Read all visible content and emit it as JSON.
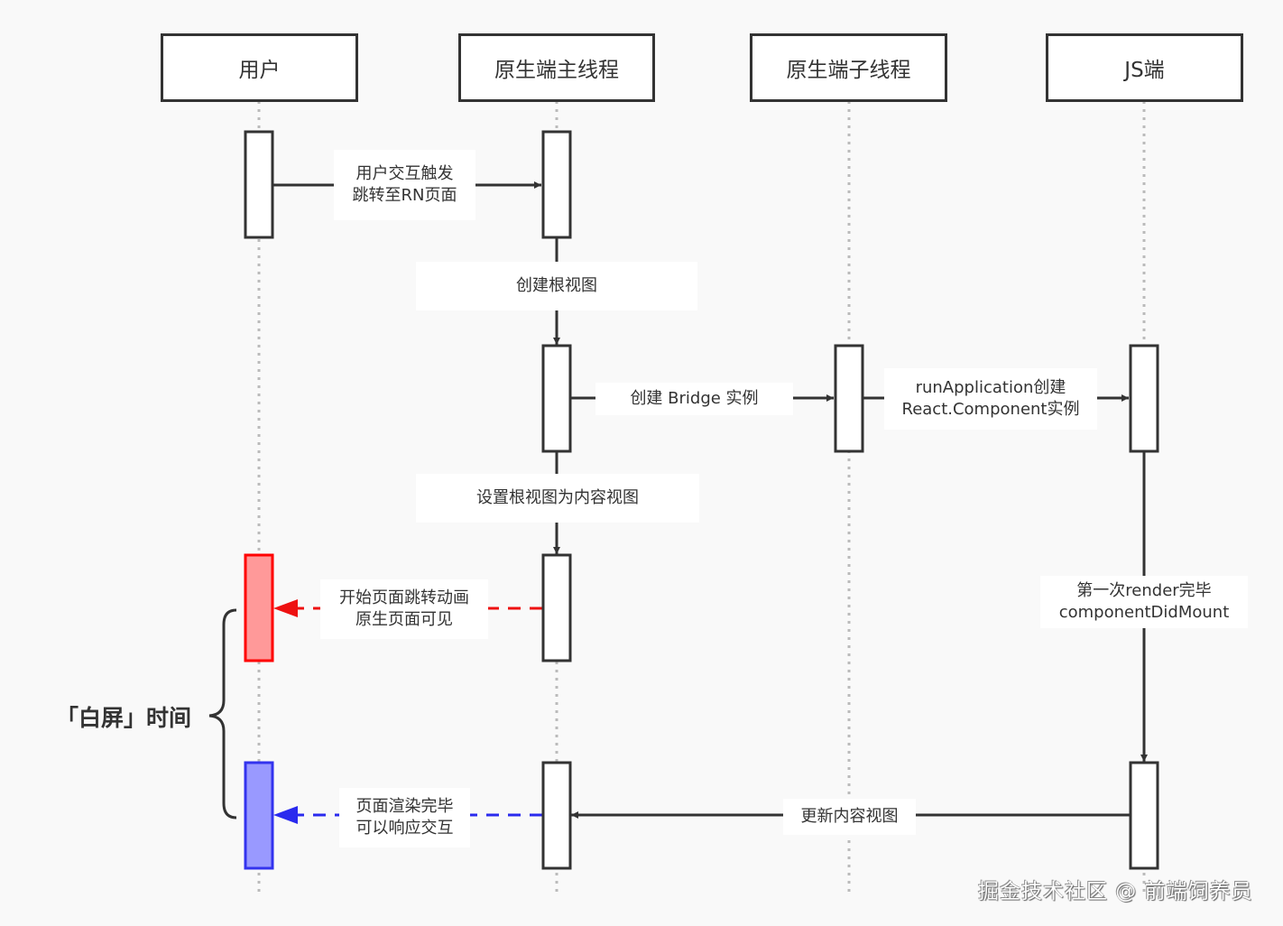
{
  "actors": [
    {
      "id": "user",
      "label": "用户"
    },
    {
      "id": "native-main",
      "label": "原生端主线程"
    },
    {
      "id": "native-sub",
      "label": "原生端子线程"
    },
    {
      "id": "js",
      "label": "JS端"
    }
  ],
  "messages": [
    {
      "id": "m1",
      "from": "user",
      "to": "native-main",
      "style": "solid",
      "lines": [
        "用户交互触发",
        "跳转至RN页面"
      ]
    },
    {
      "id": "m2",
      "from": "native-main",
      "to": "native-main",
      "style": "solid",
      "lines": [
        "创建根视图"
      ]
    },
    {
      "id": "m3",
      "from": "native-main",
      "to": "native-sub",
      "style": "solid",
      "lines": [
        "创建 Bridge 实例"
      ]
    },
    {
      "id": "m4",
      "from": "native-sub",
      "to": "js",
      "style": "solid",
      "lines": [
        "runApplication创建",
        "React.Component实例"
      ]
    },
    {
      "id": "m5",
      "from": "native-main",
      "to": "native-main",
      "style": "solid",
      "lines": [
        "设置根视图为内容视图"
      ]
    },
    {
      "id": "m6",
      "from": "native-main",
      "to": "user",
      "style": "dashed",
      "color": "#ee1111",
      "lines": [
        "开始页面跳转动画",
        "原生页面可见"
      ]
    },
    {
      "id": "m7",
      "from": "js",
      "to": "js",
      "style": "solid",
      "lines": [
        "第一次render完毕",
        "componentDidMount"
      ]
    },
    {
      "id": "m8",
      "from": "js",
      "to": "native-main",
      "style": "solid",
      "lines": [
        "更新内容视图"
      ]
    },
    {
      "id": "m9",
      "from": "native-main",
      "to": "user",
      "style": "dashed",
      "color": "#2a2aee",
      "lines": [
        "页面渲染完毕",
        "可以响应交互"
      ]
    }
  ],
  "annotation": {
    "label": "「白屏」时间"
  },
  "colors": {
    "stroke": "#333333",
    "lifeline": "#bbbbbb",
    "red_fill": "#ff9999",
    "red_stroke": "#ff0000",
    "blue_fill": "#9999ff",
    "blue_stroke": "#3333ee",
    "background": "#f9f9f9"
  },
  "watermark": "掘金技术社区 @ 前端饲养员"
}
